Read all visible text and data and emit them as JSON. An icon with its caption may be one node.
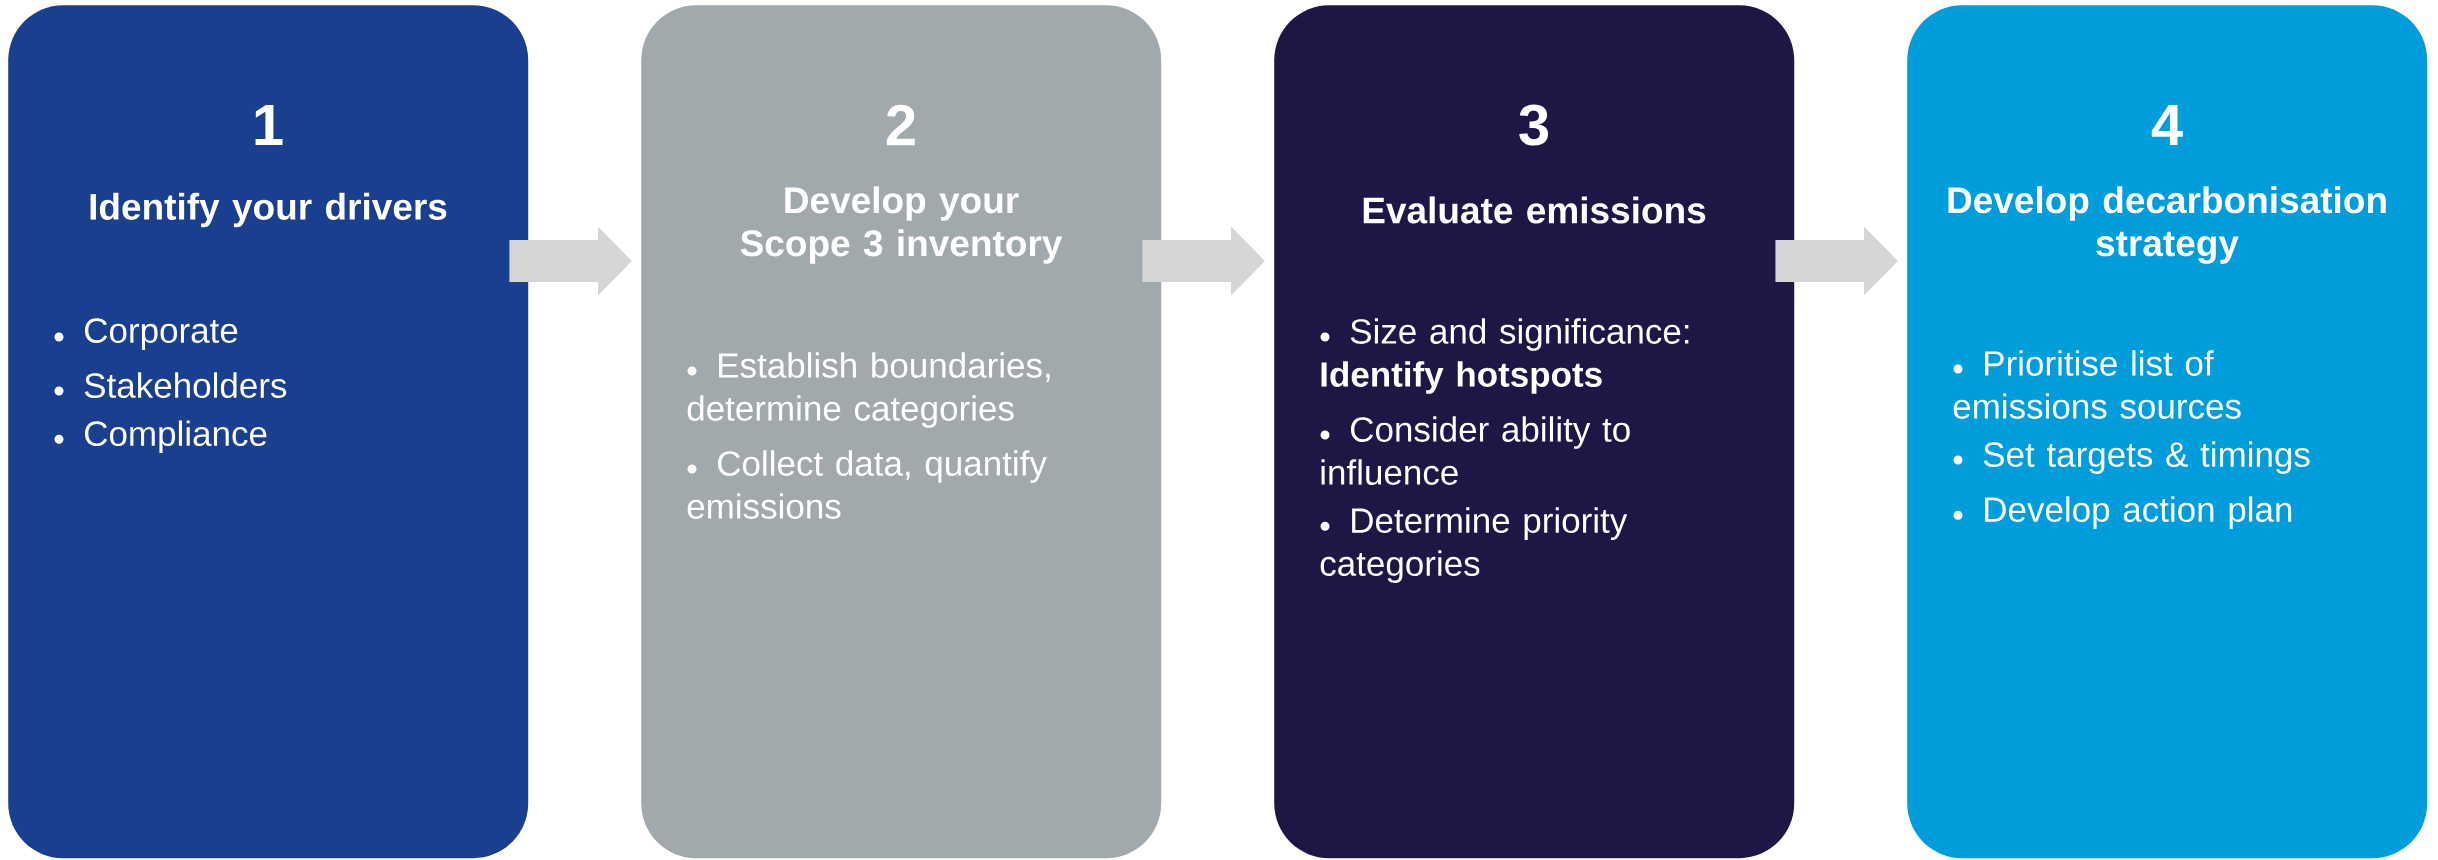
{
  "diagram": {
    "nodes": [
      {
        "text": [
          "1",
          "Identify your drivers",
          "Corporate",
          "Stakeholders",
          "Compliance"
        ]
      },
      {
        "text": [
          "2",
          "Develop your Scope 3 inventory",
          "Establish boundaries, determine categories",
          "Collect data, quantify emissions"
        ]
      },
      {
        "text": [
          "3",
          "Evaluate emissions",
          "Size and significance: **Identify hotspots**",
          "Consider ability to influence",
          "Determine priority categories"
        ]
      },
      {
        "text": [
          "4",
          "Develop decarbonisation strategy",
          "Prioritise list of emissions sources",
          "Set targets & timings",
          "Develop action plan"
        ]
      }
    ],
    "edges": [
      {
        "from": 0,
        "to": 1,
        "arrow": "to"
      },
      {
        "from": 1,
        "to": 2,
        "arrow": "to"
      },
      {
        "from": 2,
        "to": 3,
        "arrow": "to"
      }
    ]
  }
}
